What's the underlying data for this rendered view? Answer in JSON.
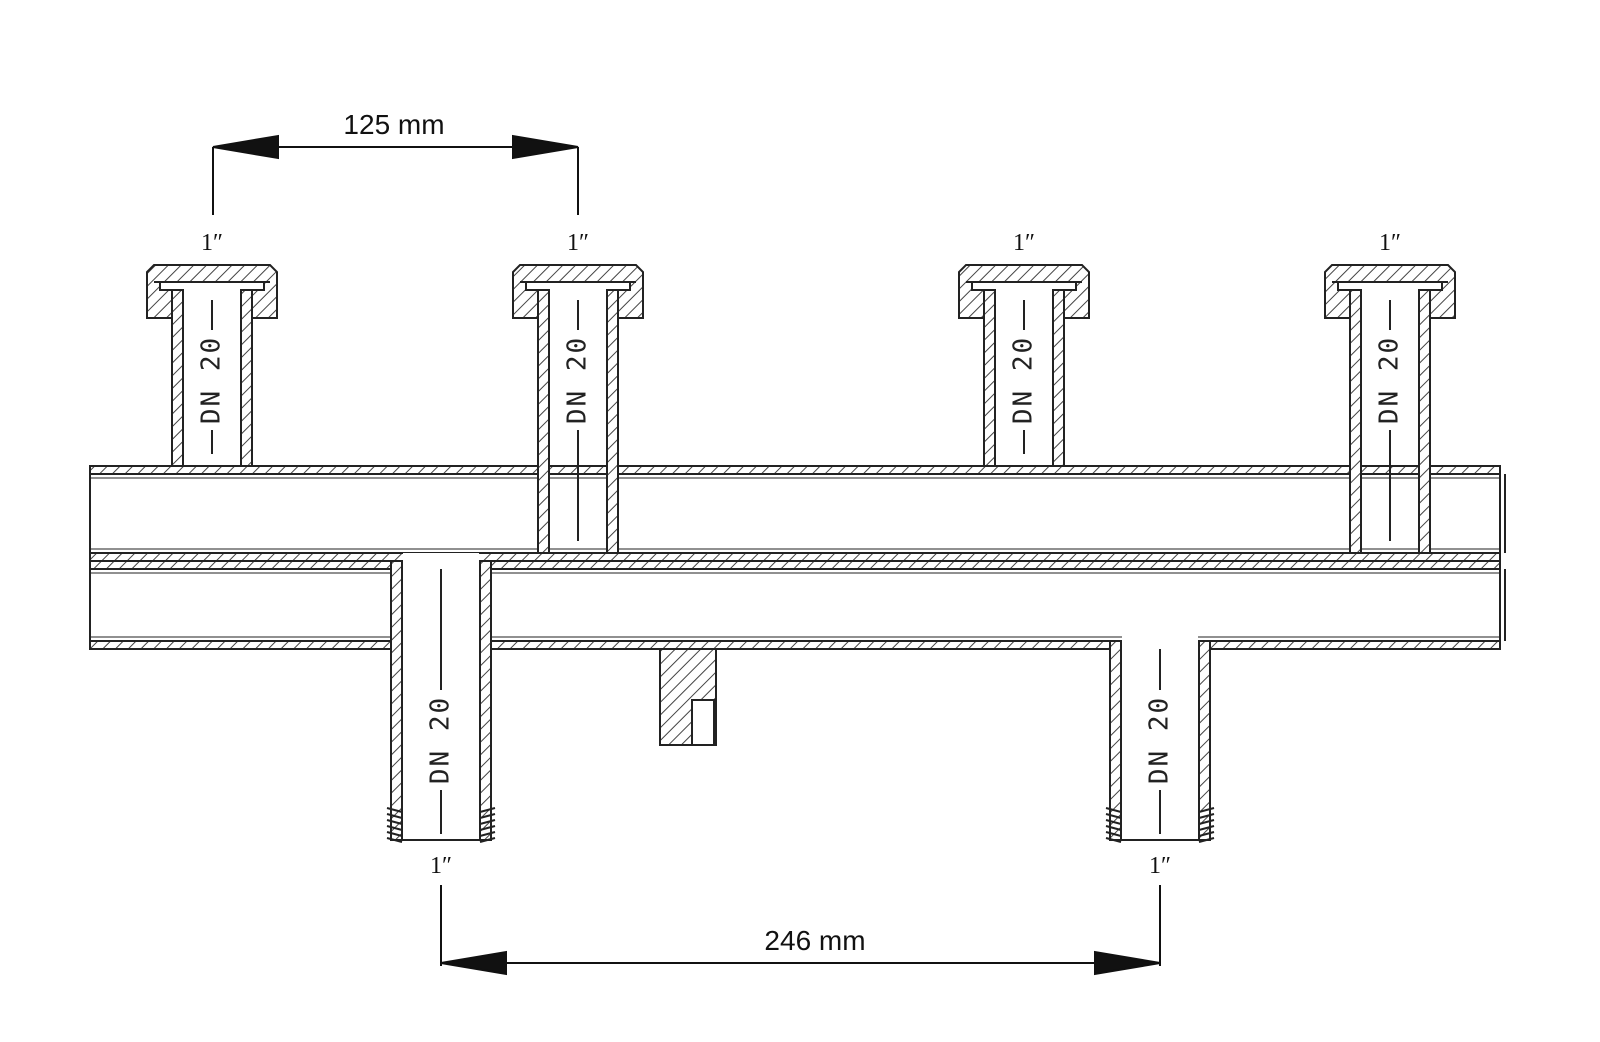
{
  "dimensions": {
    "top": "125 mm",
    "bottom": "246 mm"
  },
  "top_outlets": [
    {
      "size": "1″",
      "dn": "DN 20"
    },
    {
      "size": "1″",
      "dn": "DN 20"
    },
    {
      "size": "1″",
      "dn": "DN 20"
    },
    {
      "size": "1″",
      "dn": "DN 20"
    }
  ],
  "bottom_outlets": [
    {
      "size": "1″",
      "dn": "DN 20"
    },
    {
      "size": "1″",
      "dn": "DN 20"
    }
  ],
  "colors": {
    "line": "#222222",
    "hatch": "#555555",
    "background": "#ffffff"
  }
}
